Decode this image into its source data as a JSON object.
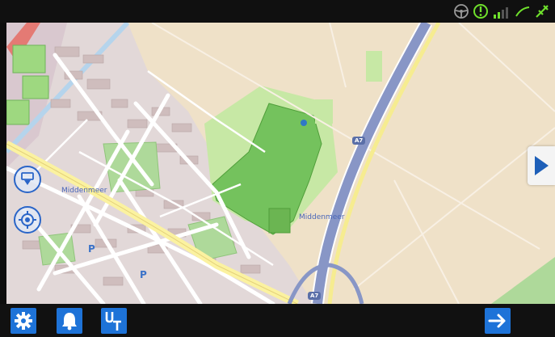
{
  "map": {
    "labels": {
      "town": "Middenmeer",
      "area": "Middenmeer",
      "parking_1": "P",
      "parking_2": "P"
    },
    "road_shields": {
      "upper": "A7",
      "lower": "A7"
    }
  },
  "controls": {
    "recenter_icon": "recenter-icon",
    "location_icon": "crosshair-icon",
    "expand_icon": "play-arrow-icon"
  },
  "toolbar": {
    "settings_icon": "gear-icon",
    "alerts_icon": "bell-icon",
    "ut_icon": "ut-icon",
    "next_icon": "arrow-right-icon"
  },
  "colors": {
    "accent": "#1e73d8",
    "status_green": "#6fe02c",
    "status_bar": "#101010"
  }
}
